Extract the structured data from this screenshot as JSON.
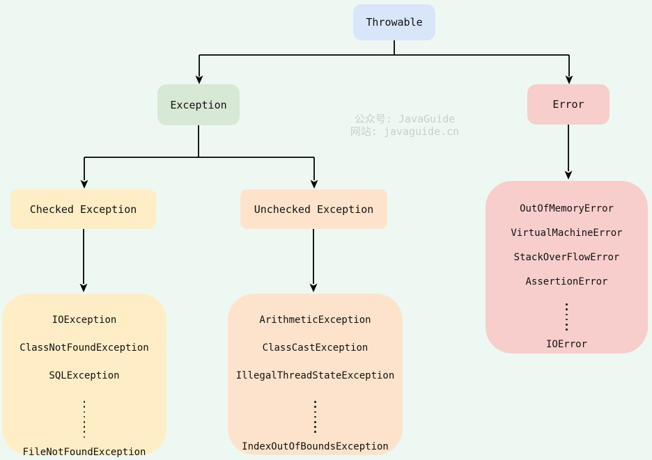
{
  "watermark": {
    "line1": "公众号: JavaGuide",
    "line2": "网站: javaguide.cn"
  },
  "colors": {
    "background": "#eef8f2",
    "throwable_fill": "#d9e5f9",
    "exception_fill": "#d7e8d4",
    "error_fill": "#f7cecb",
    "checked_fill": "#ffedc6",
    "unchecked_fill": "#fde3cb",
    "connector": "#000000",
    "text": "#111111",
    "watermark_text": "#c7cfc9"
  },
  "nodes": {
    "throwable": {
      "label": "Throwable"
    },
    "exception": {
      "label": "Exception"
    },
    "error": {
      "label": "Error"
    },
    "checked": {
      "label": "Checked Exception"
    },
    "unchecked": {
      "label": "Unchecked Exception"
    },
    "checked_leaf": {
      "rows": [
        "IOException",
        "ClassNotFoundException",
        "SQLException"
      ],
      "ellipsis": "vertical-dots",
      "bottom_rows": [
        "FileNotFoundException"
      ]
    },
    "unchecked_leaf": {
      "rows": [
        "ArithmeticException",
        "ClassCastException",
        "IllegalThreadStateException"
      ],
      "ellipsis": "vertical-dots",
      "bottom_rows": [
        "IndexOutOfBoundsException"
      ]
    },
    "error_leaf": {
      "rows": [
        "OutOfMemoryError",
        "VirtualMachineError",
        "StackOverFlowError",
        "AssertionError"
      ],
      "ellipsis": "vertical-dots",
      "bottom_rows": [
        "IOError"
      ]
    }
  }
}
